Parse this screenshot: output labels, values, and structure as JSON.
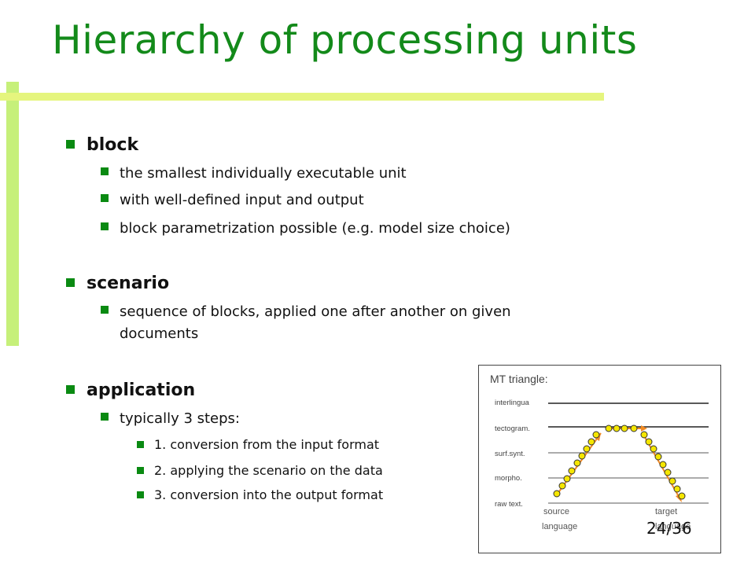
{
  "slide": {
    "title": "Hierarchy of processing units",
    "page_number": "24/36",
    "colors": {
      "title": "#138a1a",
      "bullet": "#0a8a12",
      "accent_bar": "#c6f07a",
      "node_fill": "#f5e600",
      "arrow": "#f08a24"
    }
  },
  "sections": [
    {
      "heading": "block",
      "items": [
        "the smallest individually executable unit",
        "with well-defined input and output",
        "block parametrization possible (e.g. model size choice)"
      ]
    },
    {
      "heading": "scenario",
      "items": [
        "sequence of blocks, applied one after another on given",
        "documents"
      ]
    },
    {
      "heading": "application",
      "items": [
        "typically 3 steps:"
      ],
      "subitems": [
        "1. conversion from the input format",
        "2. applying the scenario on the data",
        "3. conversion into the output format"
      ]
    }
  ],
  "diagram": {
    "title": "MT triangle:",
    "levels": [
      "interlingua",
      "tectogram.",
      "surf.synt.",
      "morpho.",
      "raw text."
    ],
    "source_label": [
      "source",
      "language"
    ],
    "target_label": [
      "target",
      "language"
    ]
  }
}
